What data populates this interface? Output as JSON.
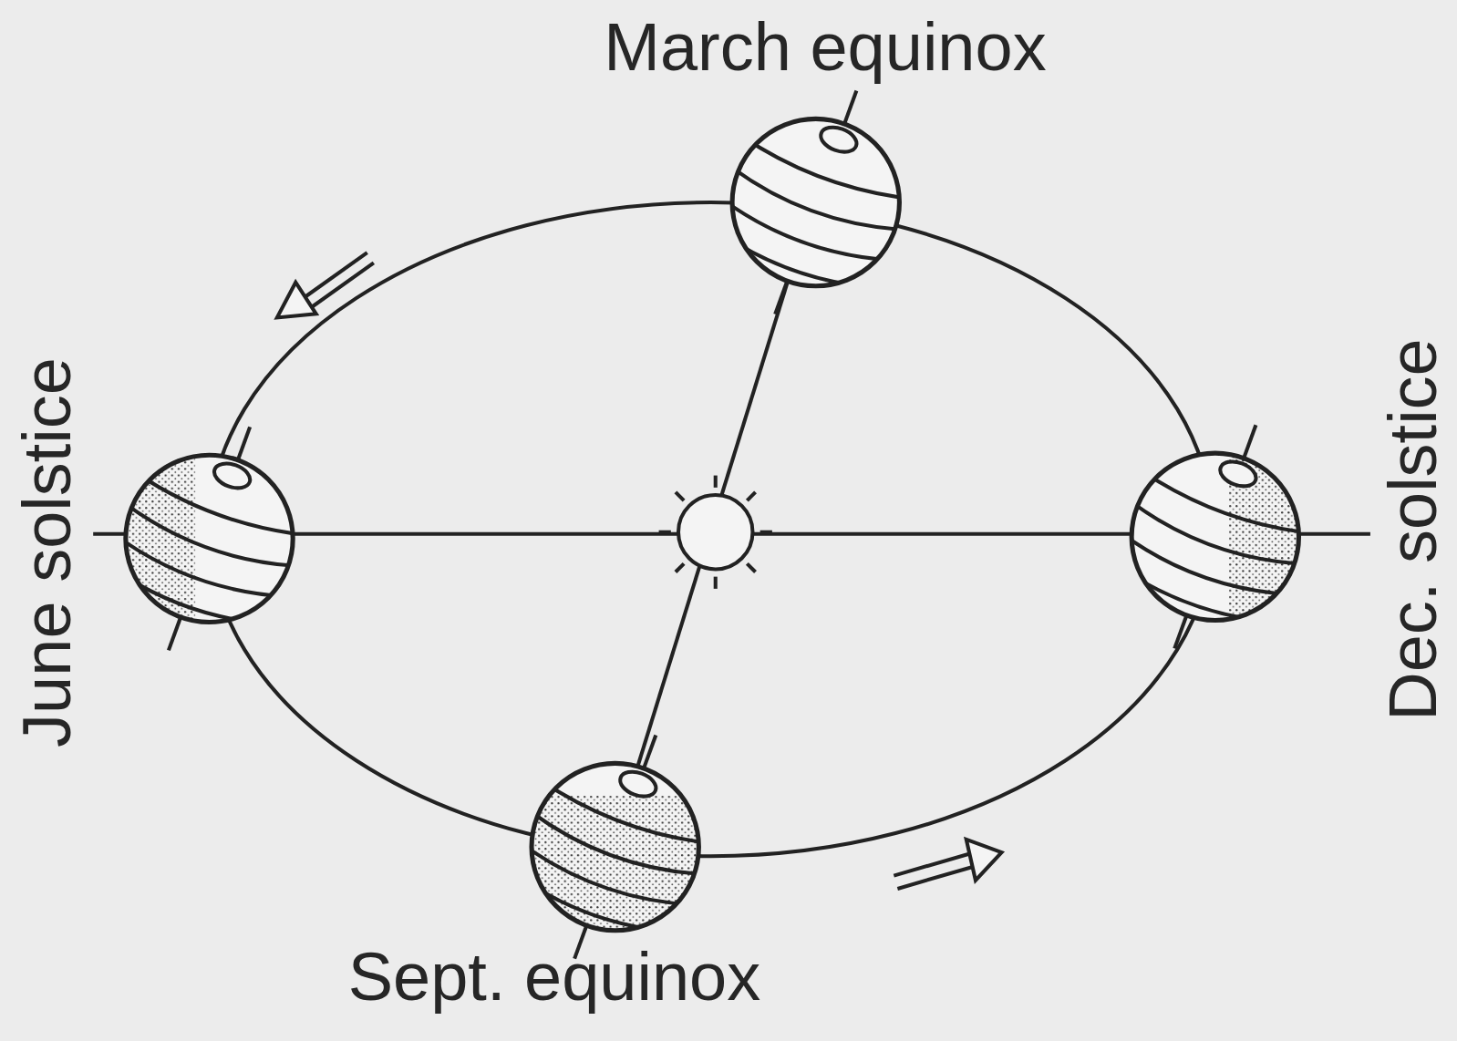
{
  "diagram": {
    "labels": [
      "March equinox",
      "June solstice",
      "Dec. solstice",
      "Sept. equinox"
    ]
  }
}
